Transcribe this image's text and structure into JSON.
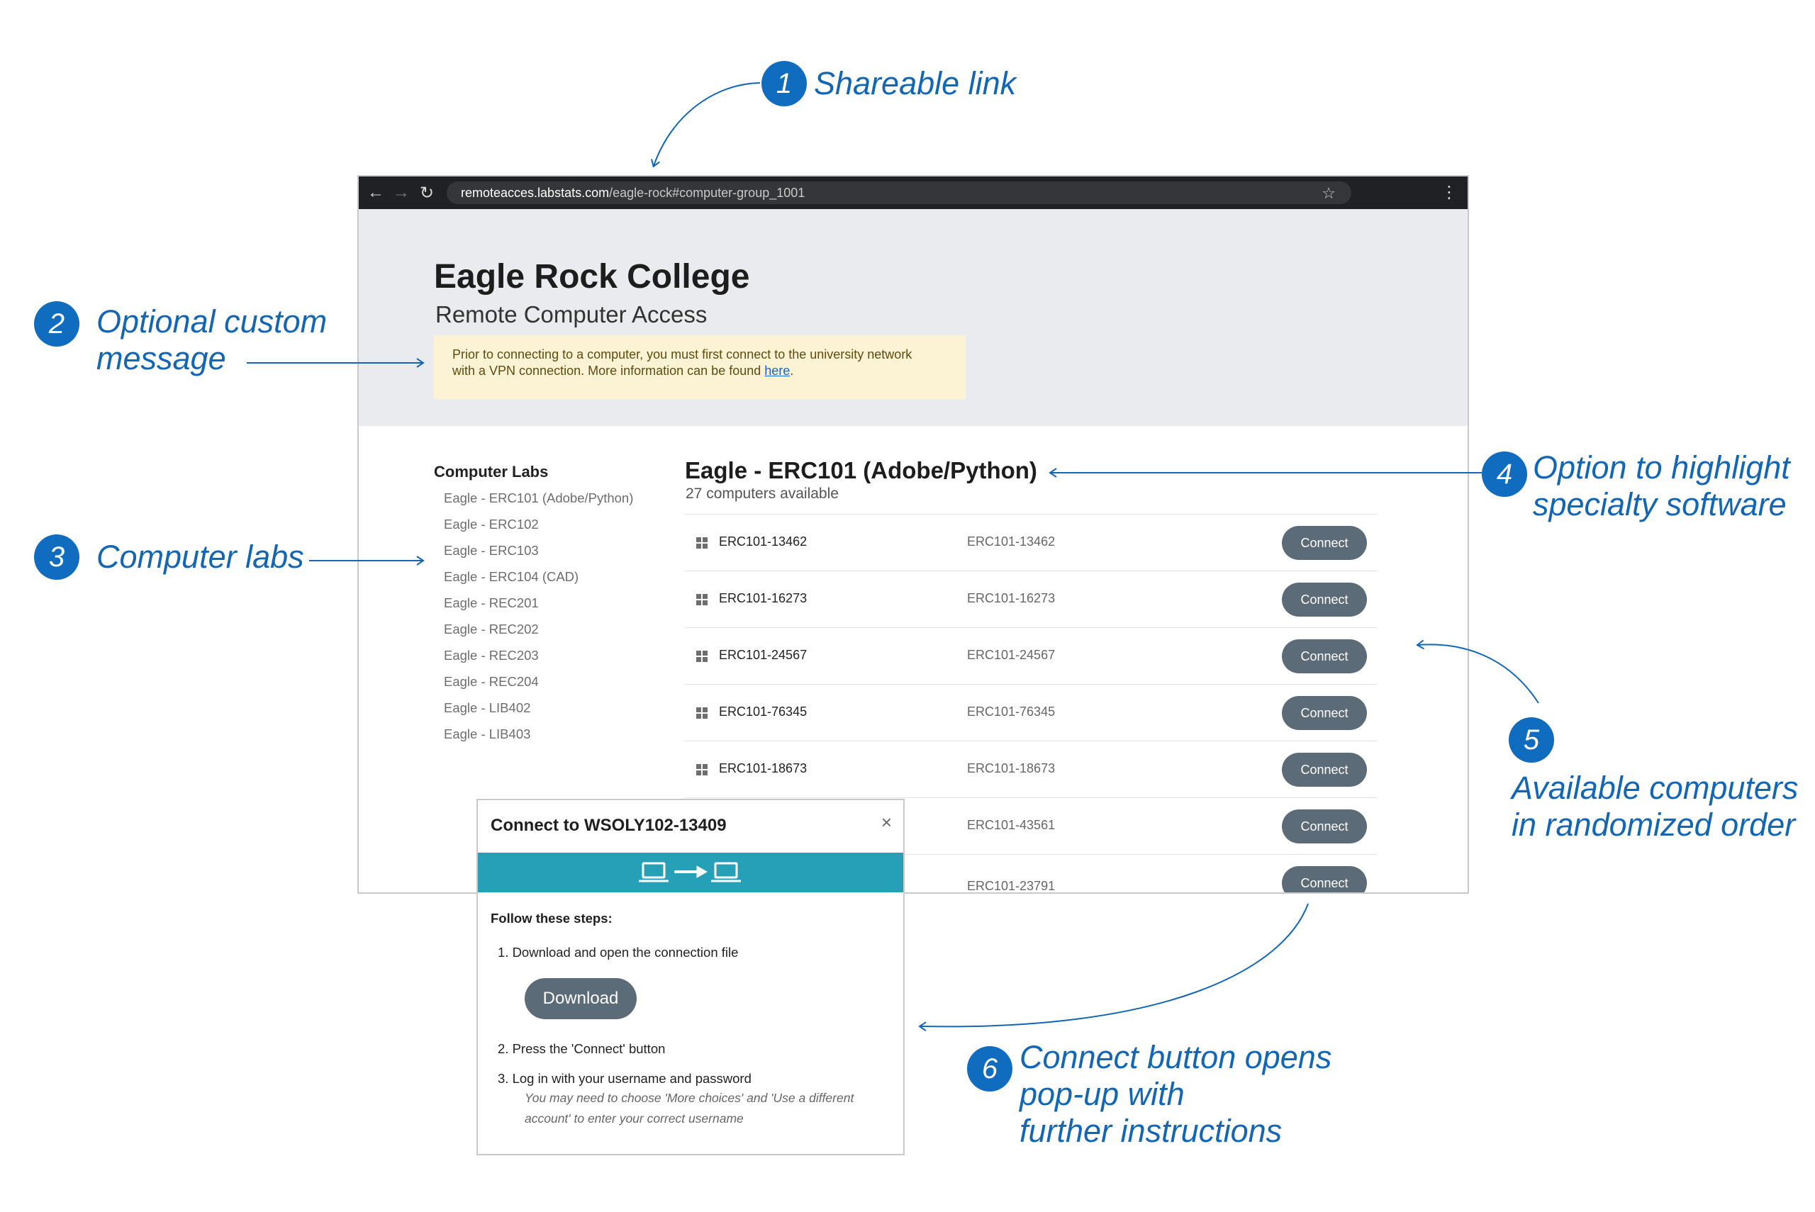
{
  "callouts": [
    {
      "num": "1",
      "text": "Shareable link"
    },
    {
      "num": "2",
      "line1": "Optional custom",
      "line2": "message"
    },
    {
      "num": "3",
      "text": "Computer labs"
    },
    {
      "num": "4",
      "line1": "Option to highlight",
      "line2": "specialty software"
    },
    {
      "num": "5",
      "line1": "Available computers",
      "line2": "in randomized order"
    },
    {
      "num": "6",
      "line1": "Connect button opens",
      "line2": "pop-up with",
      "line3": "further instructions"
    }
  ],
  "browser": {
    "url_host": "remoteacces.labstats.com",
    "url_path": "/eagle-rock#computer-group_1001"
  },
  "page": {
    "title": "Eagle Rock College",
    "subtitle": "Remote Computer Access",
    "notice_line1": "Prior to connecting to a computer, you must first connect to the university network",
    "notice_line2": "with a VPN connection. More information can be found ",
    "notice_link": "here",
    "notice_end": "."
  },
  "sidebar": {
    "title": "Computer Labs",
    "items": [
      "Eagle - ERC101 (Adobe/Python)",
      "Eagle - ERC102",
      "Eagle - ERC103",
      "Eagle - ERC104 (CAD)",
      "Eagle - REC201",
      "Eagle - REC202",
      "Eagle - REC203",
      "Eagle - REC204",
      "Eagle - LIB402",
      "Eagle - LIB403"
    ]
  },
  "lab": {
    "title": "Eagle - ERC101 (Adobe/Python)",
    "count": "27 computers available",
    "connect_label": "Connect",
    "rows": [
      {
        "name": "ERC101-13462",
        "id": "ERC101-13462"
      },
      {
        "name": "ERC101-16273",
        "id": "ERC101-16273"
      },
      {
        "name": "ERC101-24567",
        "id": "ERC101-24567"
      },
      {
        "name": "ERC101-76345",
        "id": "ERC101-76345"
      },
      {
        "name": "ERC101-18673",
        "id": "ERC101-18673"
      },
      {
        "name": "",
        "id": "ERC101-43561"
      },
      {
        "name": "",
        "id": "ERC101-23791"
      }
    ]
  },
  "modal": {
    "title": "Connect to WSOLY102-13409",
    "steps_head": "Follow these steps:",
    "step1": "1. Download and open the connection file",
    "download_label": "Download",
    "step2": "2. Press the 'Connect' button",
    "step3": "3. Log in with your username and password",
    "note1": "You may need to choose 'More choices' and 'Use a different",
    "note2": "account' to enter your correct username"
  },
  "colors": {
    "accent": "#0f6cbf",
    "callout_text": "#1266b4",
    "button": "#5c6b78",
    "banner": "#26a0b6",
    "notice_bg": "#fcf3d5"
  },
  "icons": [
    "back-arrow-icon",
    "forward-arrow-icon",
    "reload-icon",
    "star-icon",
    "kebab-menu-icon",
    "windows-icon",
    "close-icon",
    "laptop-icon",
    "arrow-right-icon"
  ]
}
